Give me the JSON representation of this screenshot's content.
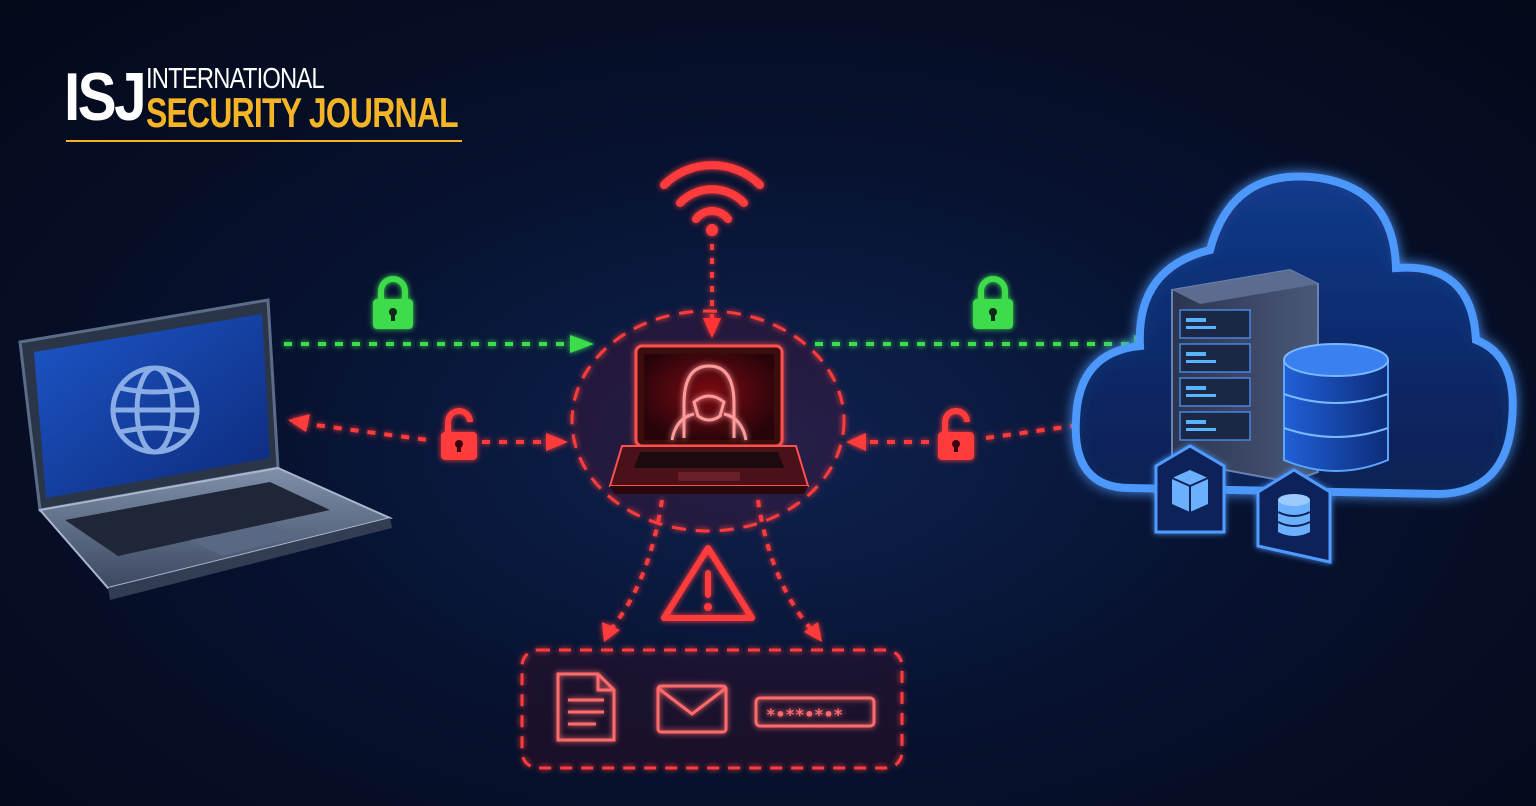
{
  "brand": {
    "abbr": "ISJ",
    "line1": "INTERNATIONAL",
    "line2": "SECURITY JOURNAL"
  },
  "colors": {
    "background": "#050b1d",
    "secure": "#3ddc4c",
    "threat": "#ff3b3b",
    "cloud": "#3f8cff",
    "brand_gold": "#f4b425"
  },
  "diagram": {
    "nodes": [
      {
        "id": "user-laptop",
        "icon": "globe-icon"
      },
      {
        "id": "attacker-laptop",
        "icon": "hooded-hacker-icon"
      },
      {
        "id": "cloud-server",
        "icon": "server-rack-icon"
      }
    ],
    "edges": [
      {
        "from": "user-laptop",
        "to": "attacker-laptop",
        "style": "secure",
        "icon": "lock-closed-icon"
      },
      {
        "from": "attacker-laptop",
        "to": "cloud-server",
        "style": "secure",
        "icon": "lock-closed-icon"
      },
      {
        "from": "user-laptop",
        "to": "attacker-laptop",
        "style": "threat",
        "direction": "both",
        "icon": "lock-open-icon"
      },
      {
        "from": "attacker-laptop",
        "to": "cloud-server",
        "style": "threat",
        "direction": "both",
        "icon": "lock-open-icon"
      },
      {
        "from": "wifi",
        "to": "attacker-laptop",
        "style": "threat",
        "icon": "wifi-icon"
      },
      {
        "from": "attacker-laptop",
        "to": "stolen-data",
        "style": "threat",
        "icon": "warning-icon"
      }
    ],
    "stolen_items": [
      "document-icon",
      "envelope-icon",
      "password-field-icon"
    ],
    "password_mask": "*•**•*•*"
  }
}
